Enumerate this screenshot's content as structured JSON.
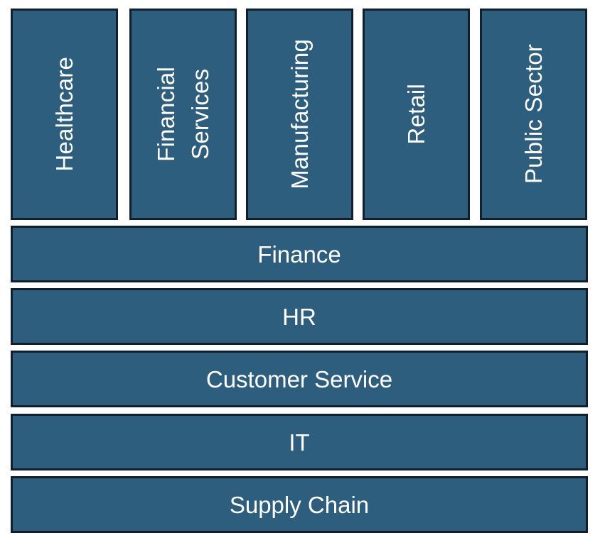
{
  "industries": [
    {
      "label": "Healthcare"
    },
    {
      "label": "Financial\nServices"
    },
    {
      "label": "Manufacturing"
    },
    {
      "label": "Retail"
    },
    {
      "label": "Public Sector"
    }
  ],
  "functions": [
    {
      "label": "Finance"
    },
    {
      "label": "HR"
    },
    {
      "label": "Customer Service"
    },
    {
      "label": "IT"
    },
    {
      "label": "Supply Chain"
    }
  ]
}
